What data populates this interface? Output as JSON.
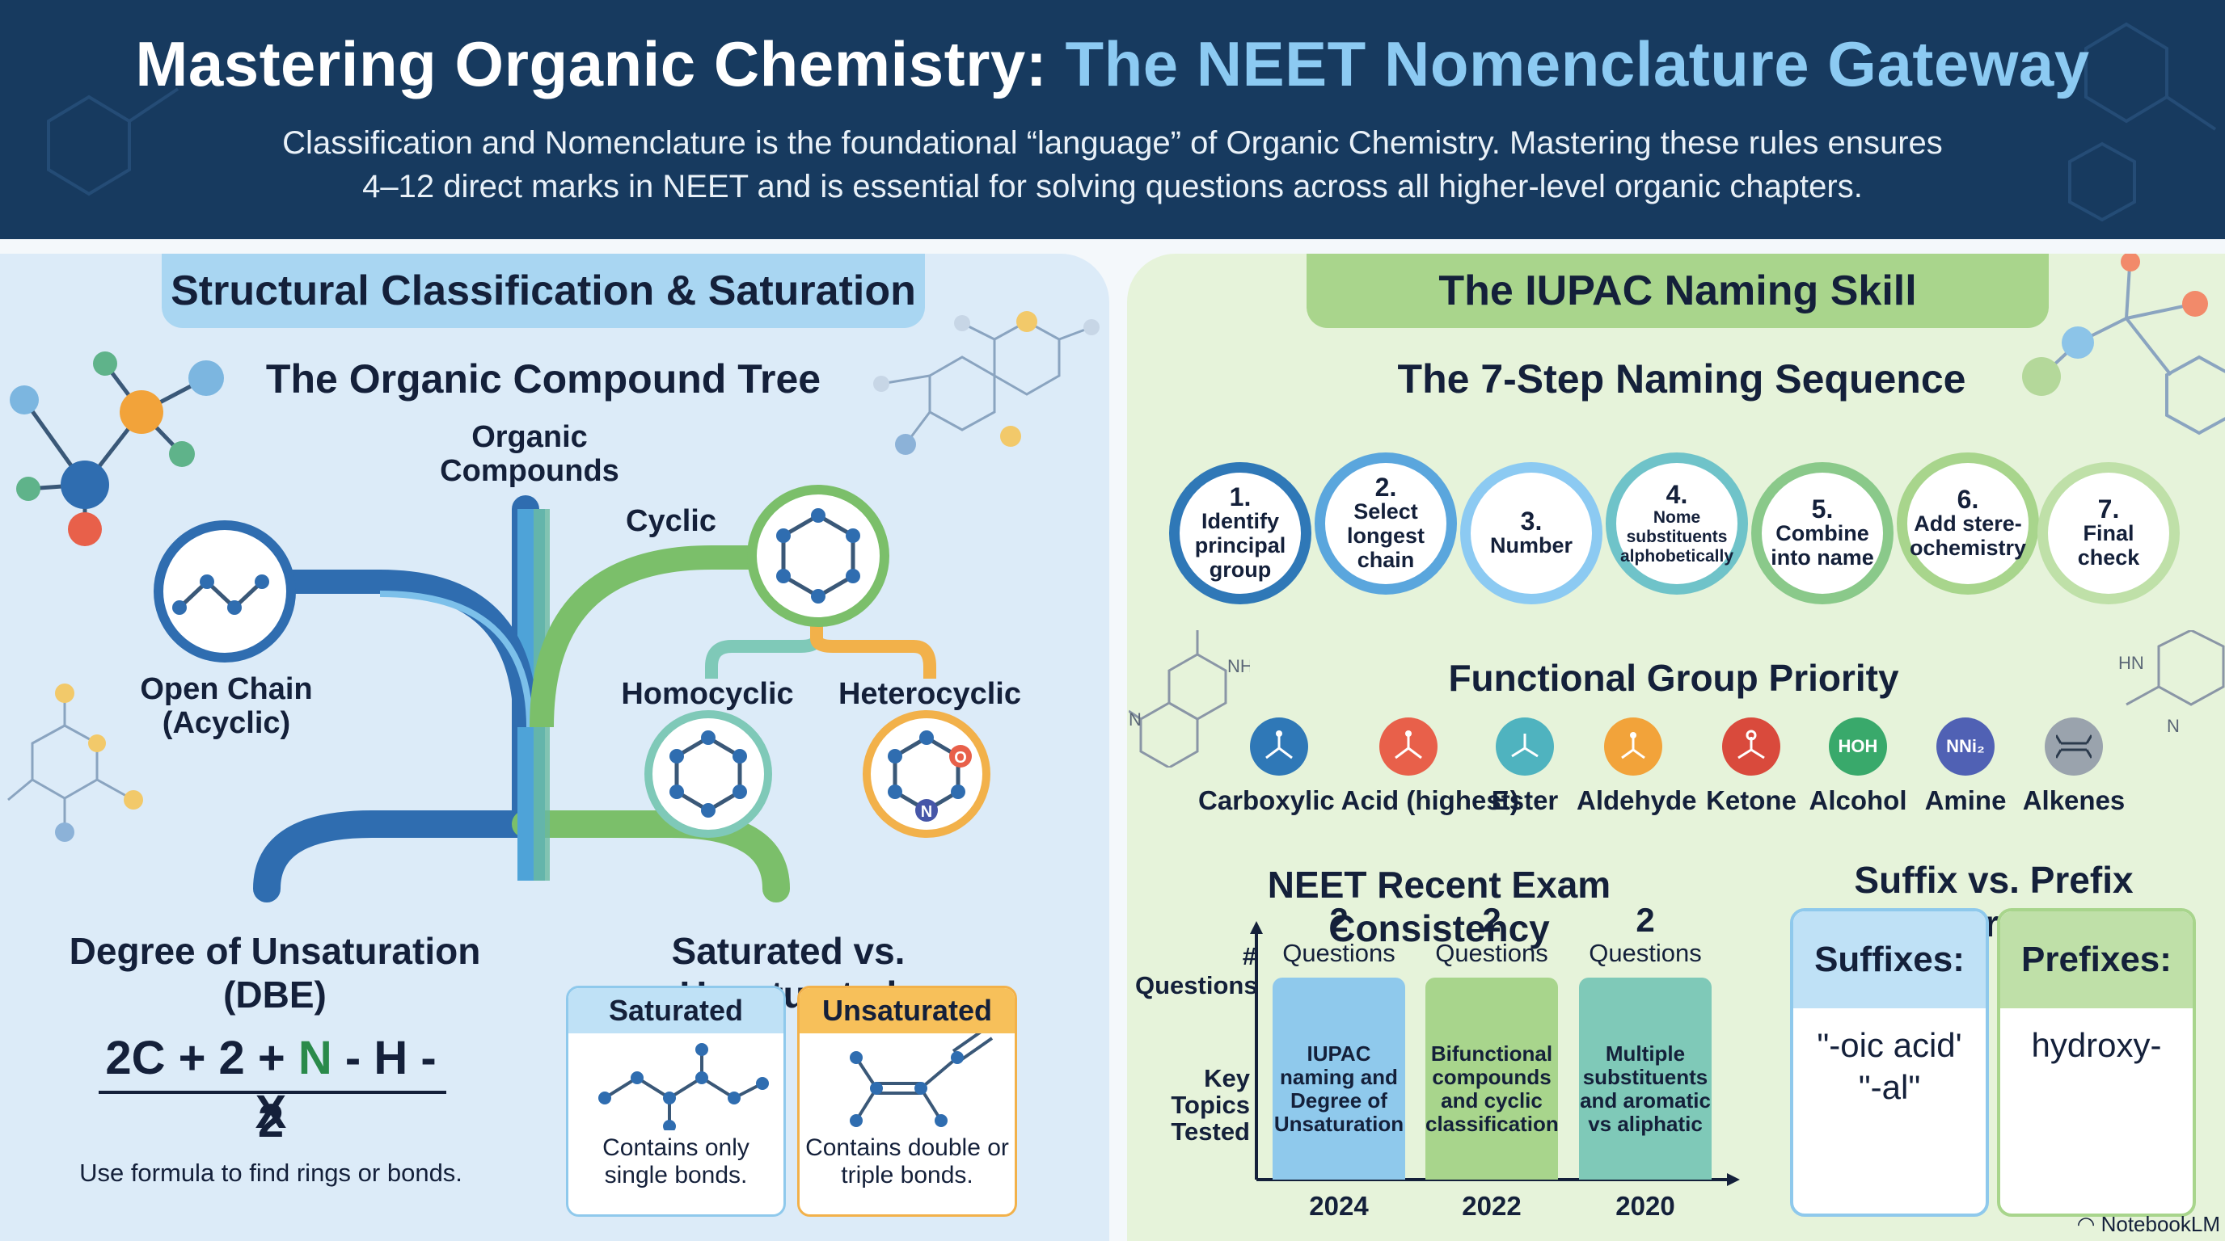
{
  "header": {
    "title_main": "Mastering Organic Chemistry: ",
    "title_highlight": "The NEET Nomenclature Gateway",
    "subtitle_line1": "Classification and Nomenclature is the foundational “language” of Organic Chemistry. Mastering these rules ensures",
    "subtitle_line2": "4–12 direct marks in NEET and is essential for solving questions across all higher-level organic chapters."
  },
  "left": {
    "banner": "Structural Classification & Saturation",
    "tree_title": "The Organic Compound Tree",
    "root": "Organic Compounds",
    "open_chain": "Open Chain (Acyclic)",
    "cyclic": "Cyclic",
    "homocyclic": "Homocyclic",
    "heterocyclic": "Heterocyclic",
    "hetero_atoms": [
      "O",
      "N"
    ],
    "dbe_title": "Degree of Unsaturation (DBE)",
    "dbe_formula": {
      "part1": "2C + 2 + ",
      "n": "N",
      "part2": " - H - X",
      "denominator": "2",
      "note": "Use formula to find rings or bonds."
    },
    "sat_title": "Saturated vs. Unsaturated",
    "saturated": {
      "label": "Saturated",
      "desc": "Contains only single bonds."
    },
    "unsaturated": {
      "label": "Unsaturated",
      "desc": "Contains double or triple bonds."
    }
  },
  "right": {
    "banner": "The IUPAC Naming Skill",
    "seq_title": "The 7-Step Naming Sequence",
    "steps": [
      {
        "num": "1.",
        "text": "Identify principal group"
      },
      {
        "num": "2.",
        "text": "Select longest chain"
      },
      {
        "num": "3.",
        "text": "Number"
      },
      {
        "num": "4.",
        "text": "Nome substituents alphobetically"
      },
      {
        "num": "5.",
        "text": "Combine into name"
      },
      {
        "num": "6.",
        "text": "Add stere-ochemistry"
      },
      {
        "num": "7.",
        "text": "Final check"
      }
    ],
    "fg_title": "Functional Group Priority",
    "functional_groups": [
      {
        "label": "Carboxylic Acid (highest)",
        "icon": "carboxylic-acid-icon",
        "color": "#2f78b7"
      },
      {
        "label": "Ester",
        "icon": "ester-icon",
        "color": "#4fb3bf"
      },
      {
        "label": "Aldehyde",
        "icon": "aldehyde-icon",
        "color": "#f2a33a"
      },
      {
        "label": "Ketone",
        "icon": "ketone-icon",
        "color": "#d94a3c"
      },
      {
        "label": "Alcohol",
        "icon": "alcohol-icon",
        "color": "#39a96b",
        "glyph": "HOH"
      },
      {
        "label": "Amine",
        "icon": "amine-icon",
        "color": "#5061b4",
        "glyph": "NNi₂"
      },
      {
        "label": "Alkenes",
        "icon": "alkene-icon",
        "color": "#9aa3ad"
      }
    ],
    "carboxylic_color": "#e8604a",
    "exam_title": "NEET Recent Exam Consistency",
    "exam_axis_y_top": "# Questions",
    "exam_axis_y_bottom": "Key Topics Tested",
    "ref_title": "Suffix vs. Prefix Reference",
    "suffixes": {
      "label": "Suffixes:",
      "items": [
        "\"-oic acid'",
        "\"-al\""
      ]
    },
    "prefixes": {
      "label": "Prefixes:",
      "items": [
        "hydroxy-"
      ]
    },
    "brand": "NotebookLM"
  },
  "chart_data": {
    "type": "bar",
    "categories": [
      "2024",
      "2022",
      "2020"
    ],
    "values": [
      2,
      2,
      2
    ],
    "value_unit": "Questions",
    "topics": [
      "IUPAC naming and Degree of Unsaturation",
      "Bifunctional compounds and cyclic classification",
      "Multiple substituents and aromatic vs aliphatic"
    ],
    "colors": [
      "#8fc9ec",
      "#a8d58c",
      "#7fc9b8"
    ],
    "title": "NEET Recent Exam Consistency",
    "ylabel": "# Questions",
    "ylim": [
      0,
      2.4
    ]
  }
}
